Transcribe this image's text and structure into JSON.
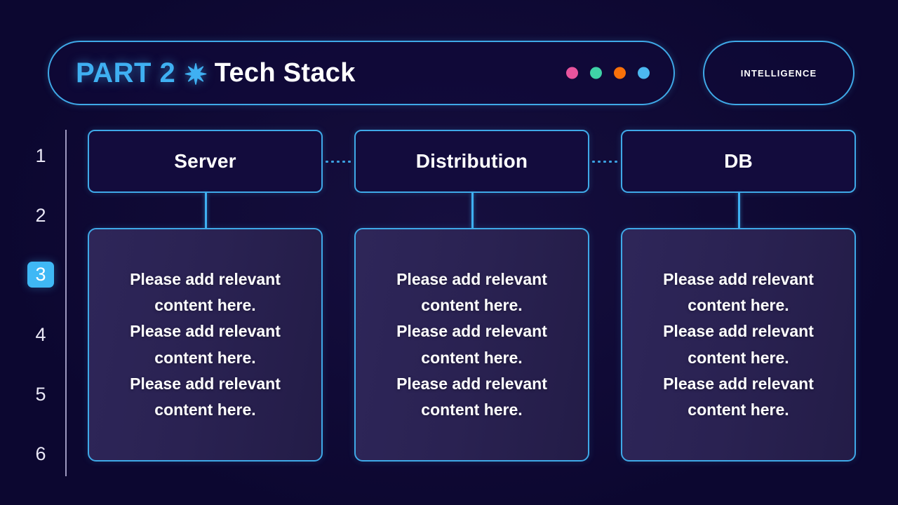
{
  "header": {
    "part_label": "PART 2",
    "separator_glyph": "✷",
    "title": "Tech Stack",
    "badge": "INTELLIGENCE",
    "dots": [
      {
        "name": "dot-pink",
        "color": "#e8549d"
      },
      {
        "name": "dot-teal",
        "color": "#3fd2a6"
      },
      {
        "name": "dot-orange",
        "color": "#f97109"
      },
      {
        "name": "dot-blue",
        "color": "#4cb8f0"
      }
    ]
  },
  "sidebar": {
    "numbers": [
      "1",
      "2",
      "3",
      "4",
      "5",
      "6"
    ],
    "active": "3"
  },
  "columns": [
    {
      "id": "server",
      "title": "Server",
      "body": "Please add relevant\ncontent here.\nPlease add relevant\ncontent here.\nPlease add relevant\ncontent here."
    },
    {
      "id": "distribution",
      "title": "Distribution",
      "body": "Please add relevant\ncontent here.\nPlease add relevant\ncontent here.\nPlease add relevant\ncontent here."
    },
    {
      "id": "db",
      "title": "DB",
      "body": "Please add relevant\ncontent here.\nPlease add relevant\ncontent here.\nPlease add relevant\ncontent here."
    }
  ],
  "theme": {
    "background": "#0c0730",
    "accent": "#3fa9e8",
    "accent_bright": "#3fb8f5",
    "card_fill": "#2a2252",
    "head_fill": "#130c3d",
    "text": "#ffffff",
    "rule": "#b7b1d8"
  }
}
